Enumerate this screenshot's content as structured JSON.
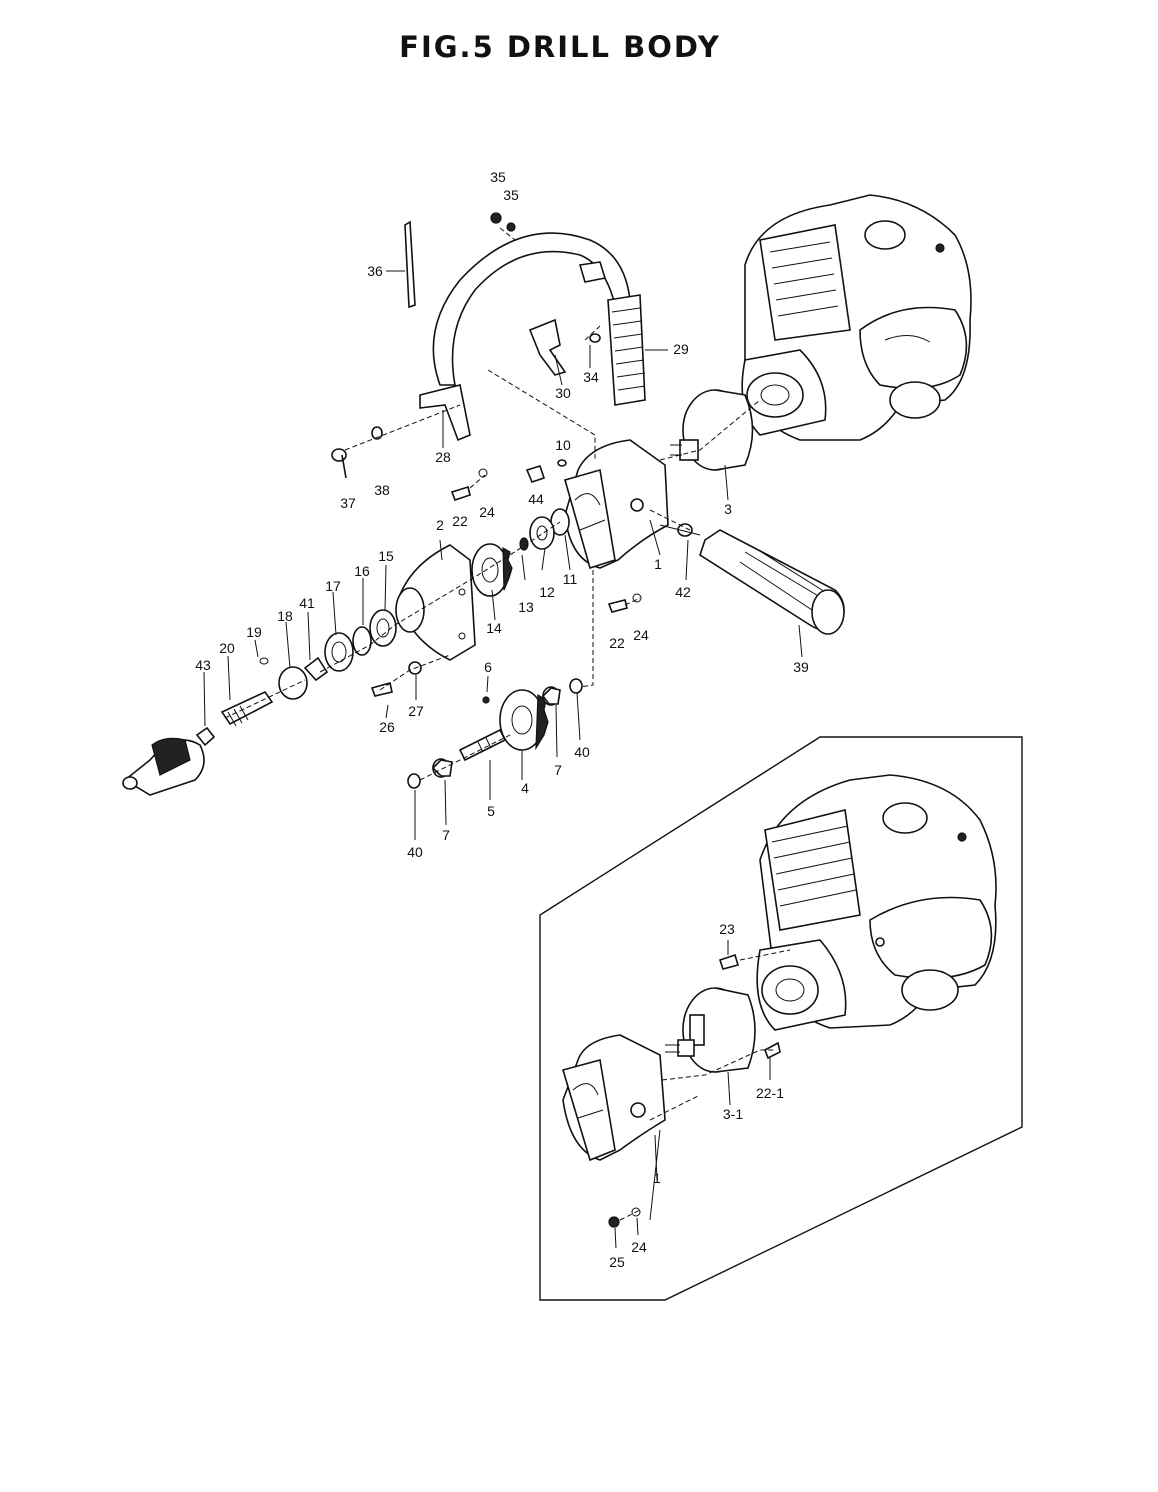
{
  "title": "FIG.5   DRILL BODY",
  "labels": [
    "35",
    "35",
    "36",
    "29",
    "34",
    "30",
    "28",
    "37",
    "38",
    "10",
    "22",
    "24",
    "44",
    "3",
    "2",
    "13",
    "12",
    "11",
    "1",
    "42",
    "15",
    "16",
    "14",
    "17",
    "41",
    "18",
    "19",
    "20",
    "43",
    "22",
    "24",
    "39",
    "6",
    "26",
    "27",
    "40",
    "7",
    "4",
    "5",
    "7",
    "40",
    "23",
    "22-1",
    "3-1",
    "1",
    "24",
    "25"
  ]
}
